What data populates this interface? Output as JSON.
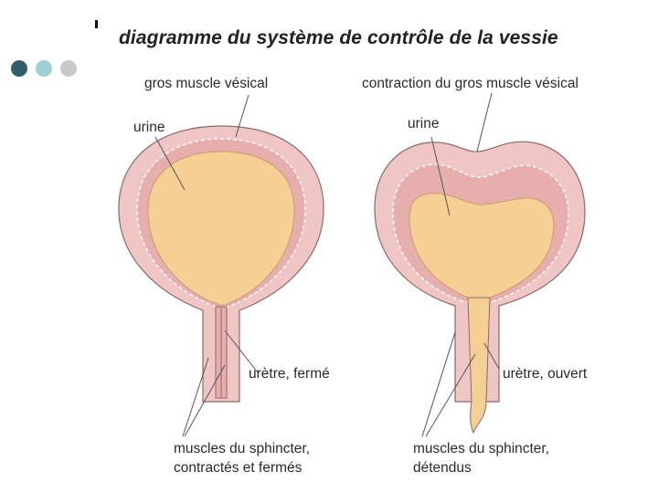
{
  "slide": {
    "title": "diagramme du système de contrôle de la vessie",
    "bullet_colors": [
      "#2f5f66",
      "#9ccfd6",
      "#c9c9c9"
    ]
  },
  "left_figure": {
    "label_muscle": "gros muscle vésical",
    "label_urine": "urine",
    "label_urethra": "urètre, fermé",
    "label_sphincter_line1": "muscles du sphincter,",
    "label_sphincter_line2": "contractés et fermés"
  },
  "right_figure": {
    "label_muscle": "contraction du gros muscle vésical",
    "label_urine": "urine",
    "label_urethra": "urètre, ouvert",
    "label_sphincter_line1": "muscles du sphincter,",
    "label_sphincter_line2": "détendus"
  },
  "colors": {
    "wall": "#f0c6c4",
    "wall_dark": "#e7aeae",
    "urine": "#f6cf95",
    "outline": "#8a6a6a"
  }
}
